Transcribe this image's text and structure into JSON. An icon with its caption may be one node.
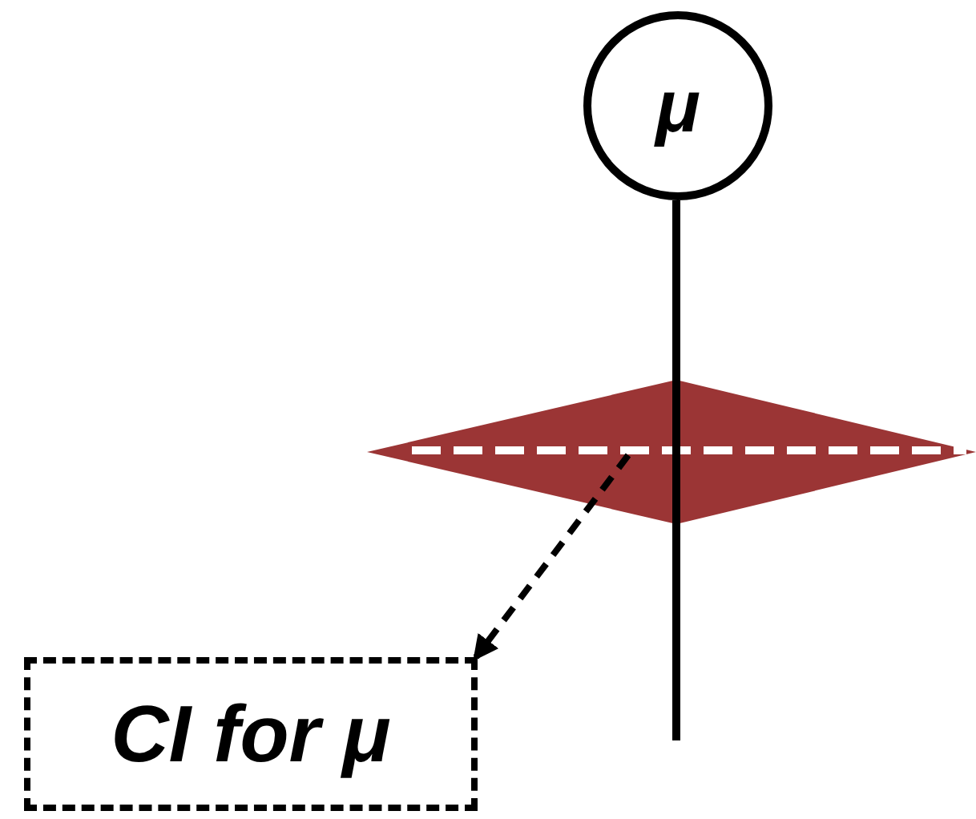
{
  "diagram": {
    "nodes": [
      {
        "text": [
          "μ"
        ]
      },
      {
        "text": [],
        "shape": "diamond"
      },
      {
        "text": [
          "CI for μ"
        ]
      }
    ],
    "edges": [
      {
        "from": 0,
        "to": null,
        "arrow": "none"
      },
      {
        "from": 1,
        "to": 2,
        "arrow": "to",
        "style": "dashed"
      }
    ]
  }
}
